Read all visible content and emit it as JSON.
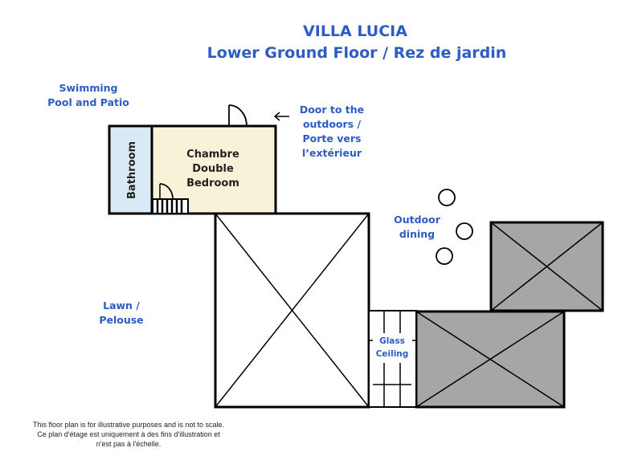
{
  "title": {
    "line1": "VILLA LUCIA",
    "line2": "Lower Ground Floor / Rez de jardin"
  },
  "labels": {
    "pool": [
      "Swimming",
      "Pool and Patio"
    ],
    "door": [
      "Door to the",
      "outdoors /",
      "Porte vers",
      "l’extérieur"
    ],
    "outdoor_dining": [
      "Outdoor",
      "dining"
    ],
    "lawn": [
      "Lawn /",
      "Pelouse"
    ],
    "glass": [
      "Glass",
      "Ceiling"
    ]
  },
  "rooms": {
    "bathroom": "Bathroom",
    "bedroom": [
      "Chambre",
      "Double",
      "Bedroom"
    ]
  },
  "footer": [
    "This floor plan is for illustrative purposes and is not to scale.",
    "Ce plan d'étage est uniquement à des fins d'illustration et",
    "n'est pas à l'échelle."
  ],
  "colors": {
    "text_blue": "#2d5cc4",
    "bathroom": "#d9eaf6",
    "bedroom": "#f8f3d8",
    "gray_block": "#a6a6a6"
  }
}
